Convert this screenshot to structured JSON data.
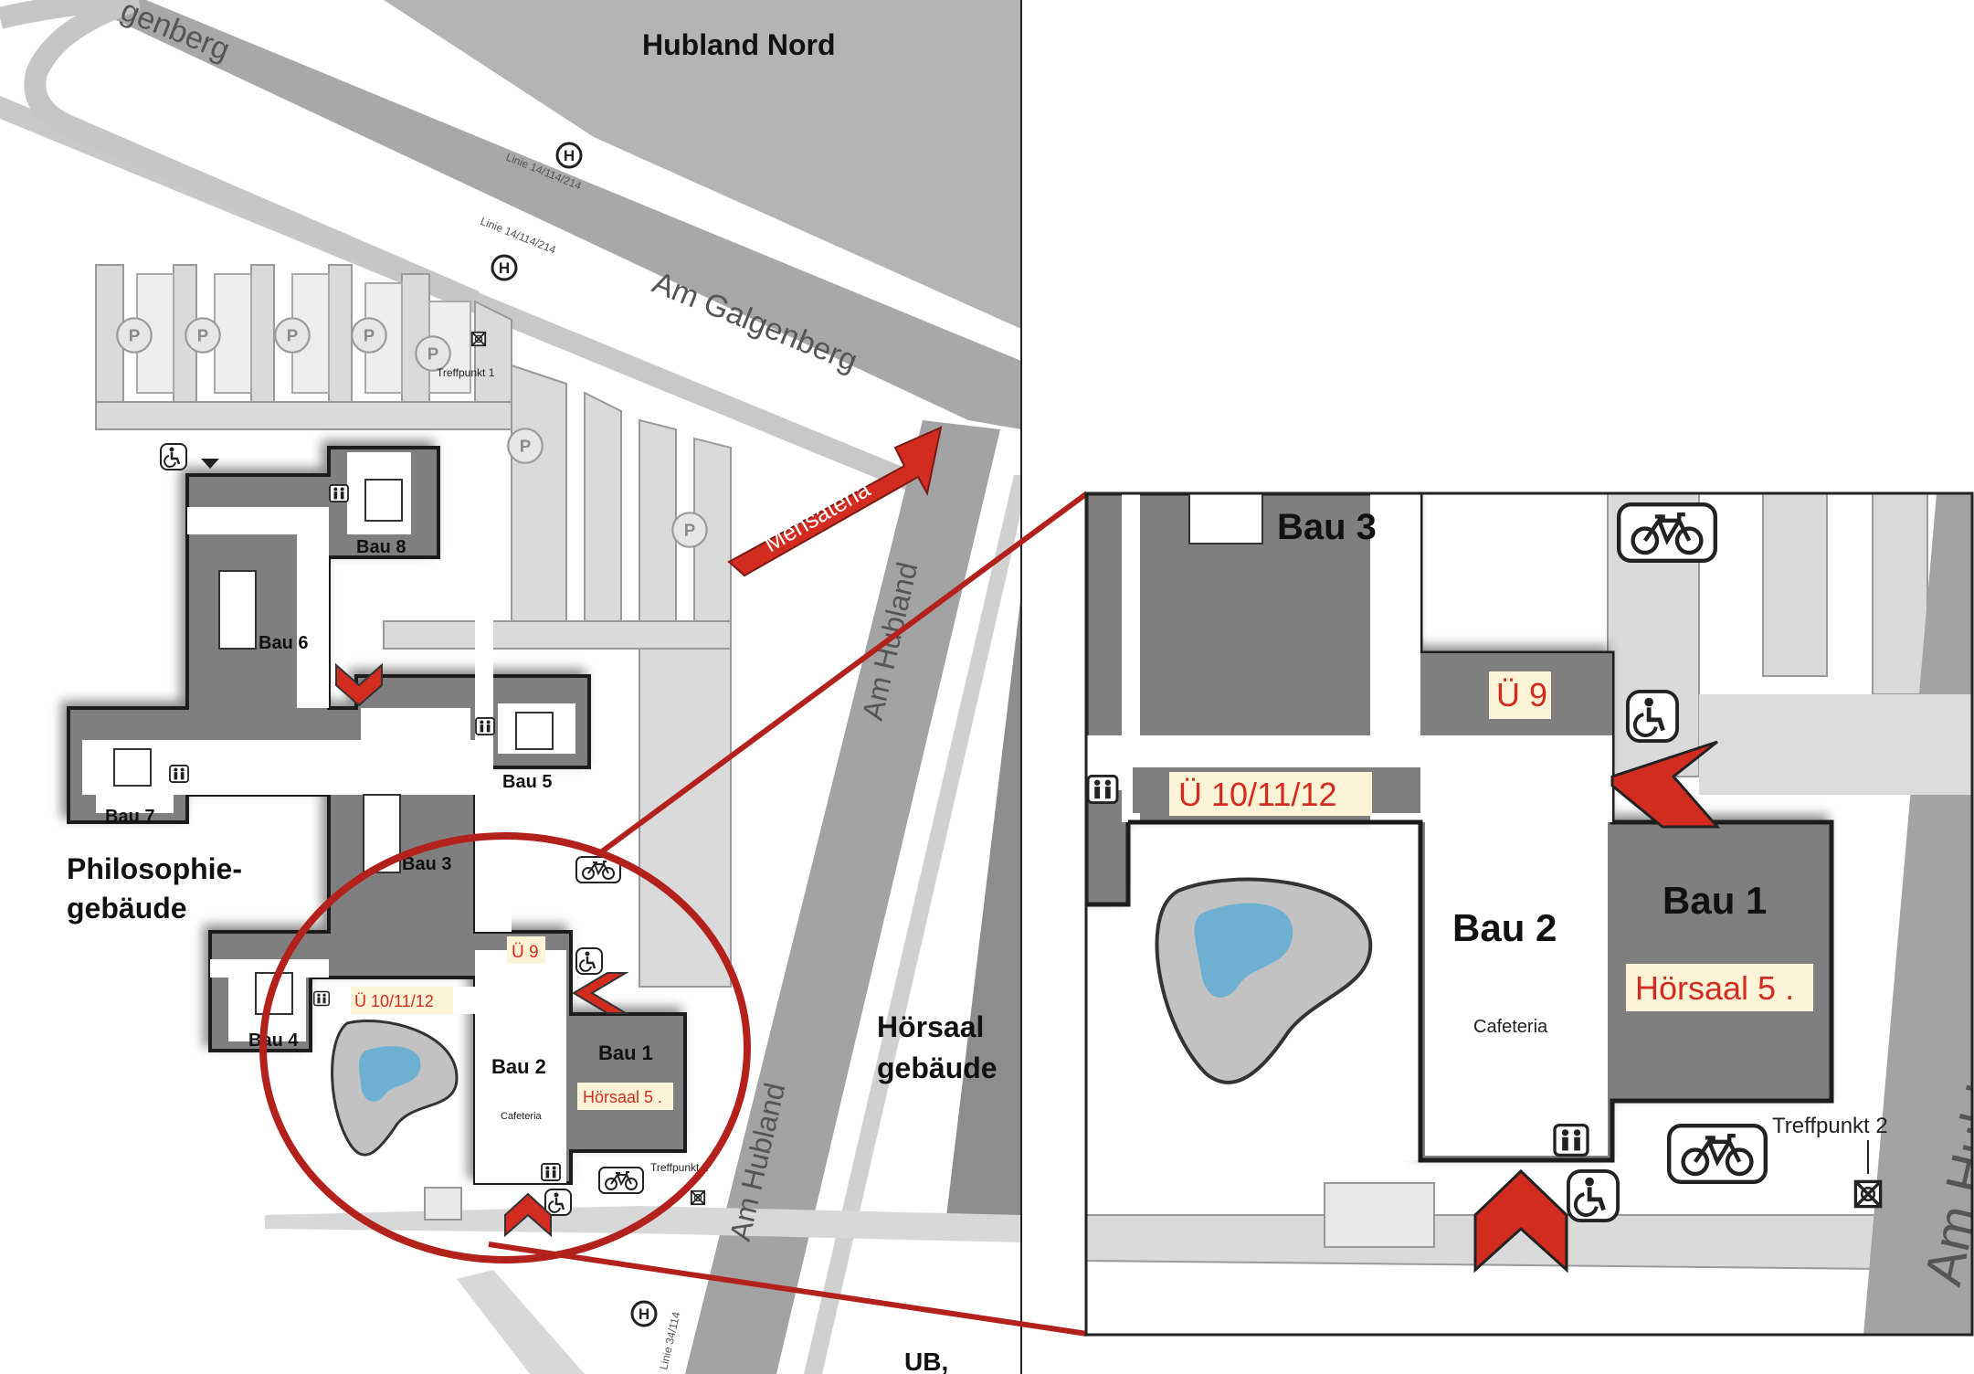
{
  "map": {
    "area_top": "Hubland Nord",
    "street_top": "Am Galgenberg",
    "street_top_partial": "genberg",
    "street_right": "Am Hubland",
    "bus_line_1": "Linie 14/114/214",
    "bus_line_2": "Linie 14/114/214",
    "bus_line_3": "Linie 34/114",
    "bus_symbol": "H",
    "parking_symbol": "P",
    "meeting_point_1": "Treffpunkt 1",
    "meeting_point_2": "Treffpunkt 2",
    "arrow_label": "Mensateria",
    "building_left_line1": "Philosophie-",
    "building_left_line2": "gebäude",
    "building_right_line1": "Hörsaal",
    "building_right_line2": "gebäude",
    "bottom_label": "UB,",
    "buildings": {
      "bau1": "Bau 1",
      "bau2": "Bau 2",
      "bau3": "Bau 3",
      "bau4": "Bau 4",
      "bau5": "Bau 5",
      "bau6": "Bau 6",
      "bau7": "Bau 7",
      "bau8": "Bau 8"
    },
    "rooms": {
      "u9": "Ü 9",
      "u10": "Ü 10/11/12",
      "hoersaal": "Hörsaal 5 .",
      "cafeteria": "Cafeteria"
    }
  },
  "icons": [
    "bus-stop-icon",
    "parking-icon",
    "wheelchair-icon",
    "restroom-icon",
    "bicycle-icon",
    "meeting-point-icon",
    "entrance-arrow-icon",
    "direction-arrow-icon"
  ],
  "colors": {
    "building": "#7f7f7f",
    "building_outline": "#1a1a1a",
    "road": "#a3a3a3",
    "path": "#dcdcdc",
    "accent_red": "#d22b1f",
    "dark_red": "#b3211c",
    "label_bg": "#fdf3d6",
    "pond": "#6fb0d2"
  }
}
